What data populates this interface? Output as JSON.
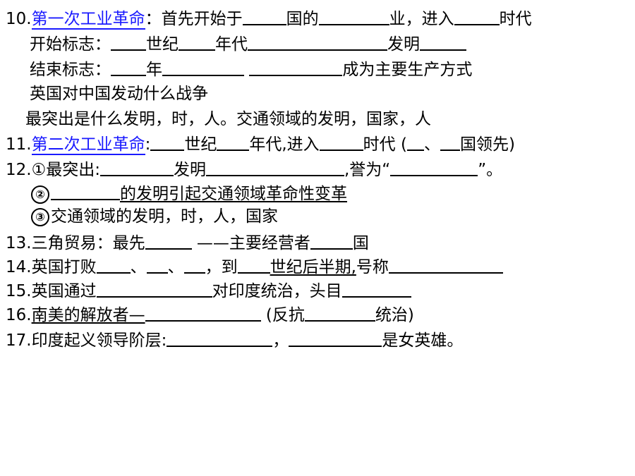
{
  "lines": {
    "l1": {
      "num": "10.",
      "topic": "第一次工业革命",
      "t1": "：首先开始于",
      "t2": "国的",
      "t3": "业，进入",
      "t4": "时代"
    },
    "l2": {
      "t1": "开始标志：",
      "t2": "世纪",
      "t3": "年代",
      "t4": "发明"
    },
    "l3": {
      "t1": "结束标志：",
      "t2": "年",
      "t3": "成为主要生产方式"
    },
    "l4": {
      "t1": "英国对中国发动什么战争"
    },
    "l5": {
      "t1": "最突出是什么发明，时，人。交通领域的发明，国家，人"
    },
    "l6": {
      "num": "11.",
      "topic": "第二次工业革命",
      "t1": ":",
      "t2": "世纪",
      "t3": "年代,进入",
      "t4": "时代 (",
      "t5": "、",
      "t6": "国领先)"
    },
    "l7": {
      "num": "12.",
      "circ": "①",
      "t1": "最突出:",
      "t2": "发明",
      "t3": ",誉为“",
      "t4": "”。"
    },
    "l8": {
      "circ": "②",
      "t1": "的发明引起交通领域革命性变革"
    },
    "l9": {
      "circ": "③",
      "t1": "交通领域的发明，时，人，国家"
    },
    "l10": {
      "num": "13.",
      "t1": "三角贸易：最先",
      "t2": "——主要经营者",
      "t3": "国"
    },
    "l11": {
      "num": "14.",
      "t1": "英国打败",
      "t2": "、",
      "t3": "、",
      "t4": "，到",
      "t5": "世纪后半期,",
      "t6": "号称"
    },
    "l12": {
      "num": "15.",
      "t1": "英国通过",
      "t2": "对印度统治，头目"
    },
    "l13": {
      "num": "16.",
      "t1": "南美的解放者—",
      "t2": "(反抗",
      "t3": "统治)"
    },
    "l14": {
      "num": "17.",
      "t1": "印度起义领导阶层:",
      "t2": "，",
      "t3": "是女英雄。"
    }
  }
}
